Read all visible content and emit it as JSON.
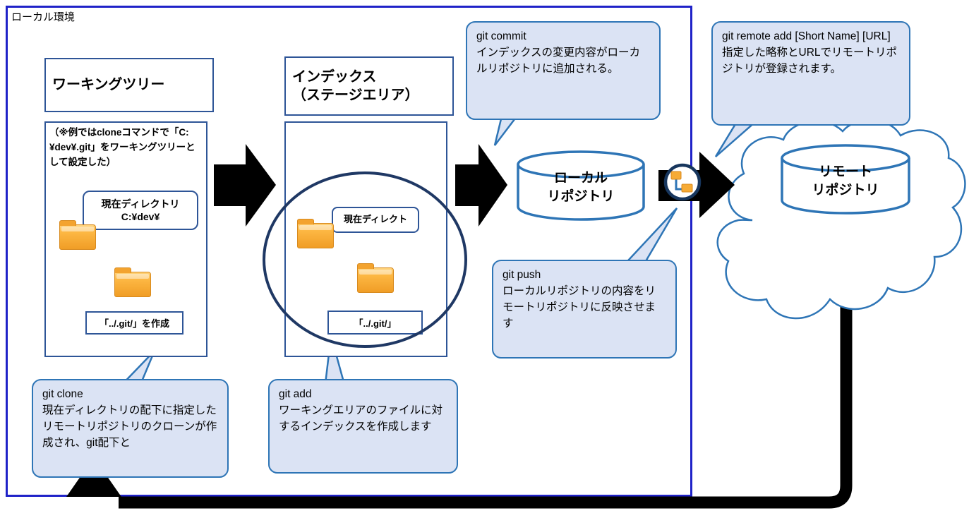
{
  "diagram": {
    "local_env_label": "ローカル環境",
    "working_tree": {
      "title": "ワーキングツリー",
      "note": "（※例ではcloneコマンドで「C:¥dev¥.git」をワーキングツリーとして設定した）",
      "current_dir_line1": "現在ディレクトリ",
      "current_dir_line2": "C:¥dev¥",
      "git_dir_label": "「../.git/」を作成"
    },
    "index": {
      "title_line1": "インデックス",
      "title_line2": "（ステージエリア）",
      "current_dir": "現在ディレクト",
      "git_dir_label": "「../.git/」"
    },
    "local_repo": {
      "line1": "ローカル",
      "line2": "リポジトリ"
    },
    "remote_repo": {
      "line1": "リモート",
      "line2": "リポジトリ"
    },
    "bubbles": {
      "commit": {
        "command": "git commit",
        "description": "インデックスの変更内容がローカルリポジトリに追加される。"
      },
      "remote_add": {
        "command": "git remote add [Short Name] [URL]",
        "description": "指定した略称とURLでリモートリポジトリが登録されます。"
      },
      "push": {
        "command": "git push",
        "description": "ローカルリポジトリの内容をリモートリポジトリに反映させます"
      },
      "clone": {
        "command": "git clone",
        "description": "現在ディレクトリの配下に指定したリモートリポジトリのクローンが作成され、git配下と"
      },
      "add": {
        "command": "git add",
        "description": "ワーキングエリアのファイルに対するインデックスを作成します"
      }
    },
    "colors": {
      "outer_border": "#1f22c8",
      "box_border": "#2e5597",
      "bubble_fill": "#dbe3f4",
      "bubble_border": "#2e75b6",
      "ellipse": "#1f3864",
      "arrow_black": "#000000",
      "folder_orange": "#f5a31a",
      "connector_blue": "#4472c4"
    }
  }
}
